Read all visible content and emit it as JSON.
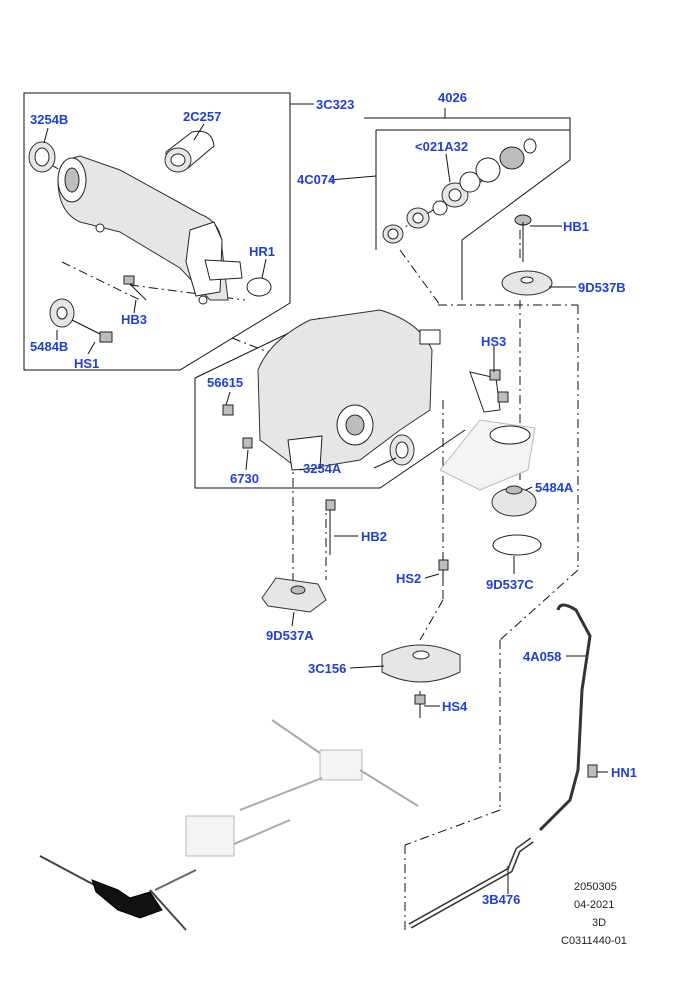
{
  "labels": {
    "l_3254B": "3254B",
    "l_2C257": "2C257",
    "l_3C323": "3C323",
    "l_4026": "4026",
    "l_4C074": "4C074",
    "l_021A32": "<021A32",
    "l_HB1": "HB1",
    "l_HR1": "HR1",
    "l_9D537B": "9D537B",
    "l_HB3": "HB3",
    "l_5484B": "5484B",
    "l_HS1": "HS1",
    "l_HS3": "HS3",
    "l_56615": "56615",
    "l_3254A": "3254A",
    "l_5484A": "5484A",
    "l_6730": "6730",
    "l_HB2": "HB2",
    "l_HS2": "HS2",
    "l_9D537C": "9D537C",
    "l_9D537A": "9D537A",
    "l_4A058": "4A058",
    "l_3C156": "3C156",
    "l_HS4": "HS4",
    "l_HN1": "HN1",
    "l_3B476": "3B476"
  },
  "meta": {
    "code": "2050305",
    "date": "04-2021",
    "view": "3D",
    "ref": "C0311440-01"
  },
  "colors": {
    "label": "#1f3fd6",
    "line": "#111111"
  }
}
